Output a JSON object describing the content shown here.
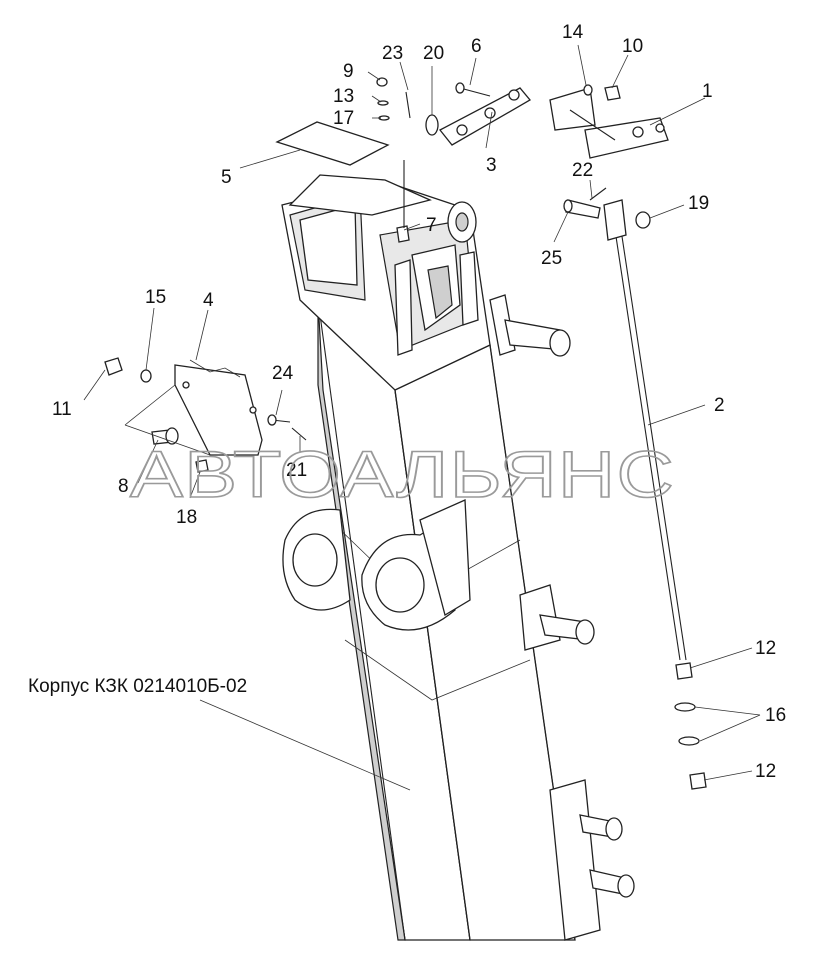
{
  "callouts": [
    {
      "id": "1",
      "text": "1"
    },
    {
      "id": "2",
      "text": "2"
    },
    {
      "id": "3",
      "text": "3"
    },
    {
      "id": "4",
      "text": "4"
    },
    {
      "id": "5",
      "text": "5"
    },
    {
      "id": "6",
      "text": "6"
    },
    {
      "id": "7",
      "text": "7"
    },
    {
      "id": "8",
      "text": "8"
    },
    {
      "id": "9",
      "text": "9"
    },
    {
      "id": "10",
      "text": "10"
    },
    {
      "id": "11",
      "text": "11"
    },
    {
      "id": "12a",
      "text": "12"
    },
    {
      "id": "12b",
      "text": "12"
    },
    {
      "id": "13",
      "text": "13"
    },
    {
      "id": "14",
      "text": "14"
    },
    {
      "id": "15",
      "text": "15"
    },
    {
      "id": "16",
      "text": "16"
    },
    {
      "id": "17",
      "text": "17"
    },
    {
      "id": "18",
      "text": "18"
    },
    {
      "id": "19",
      "text": "19"
    },
    {
      "id": "20",
      "text": "20"
    },
    {
      "id": "21",
      "text": "21"
    },
    {
      "id": "22",
      "text": "22"
    },
    {
      "id": "23",
      "text": "23"
    },
    {
      "id": "24",
      "text": "24"
    },
    {
      "id": "25",
      "text": "25"
    }
  ],
  "caption": "Корпус КЗК 0214010Б-02",
  "watermark": "АВТОАЛЬЯНС"
}
